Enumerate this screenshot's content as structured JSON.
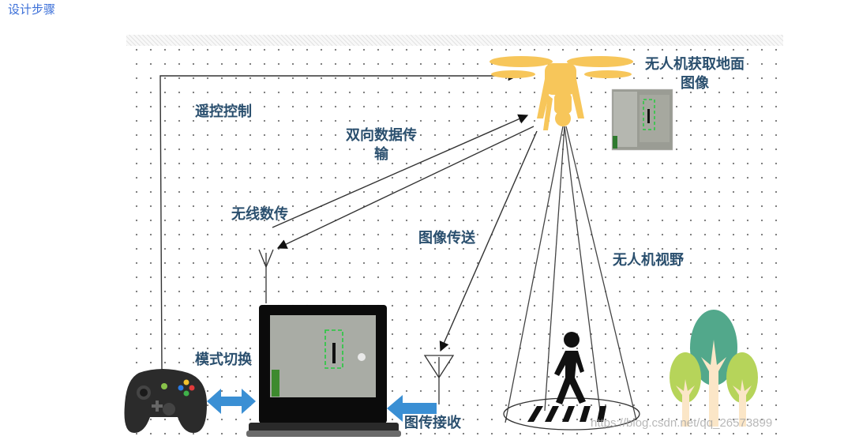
{
  "header": {
    "section_title": "设计步骤"
  },
  "diagram": {
    "labels": {
      "remote_control": "遥控控制",
      "bidirectional_1": "双向数据传",
      "bidirectional_2": "输",
      "wireless": "无线数传",
      "image_tx": "图像传送",
      "drone_capture_1": "无人机获取地面",
      "drone_capture_2": "图像",
      "drone_view": "无人机视野",
      "mode_switch": "模式切换",
      "image_rx": "图传接收"
    },
    "nodes": [
      "drone",
      "ground-image-thumbnail",
      "laptop",
      "gamepad",
      "pedestrian",
      "trees",
      "antenna-left",
      "antenna-right"
    ],
    "colors": {
      "drone": "#f7c65a",
      "arrow_blue": "#3a8fd4",
      "tree_dark": "#52a88b",
      "tree_light": "#b6d45a",
      "trunk": "#fbe6c7",
      "label": "#2a4f6e"
    }
  },
  "watermark": "https://blog.csdn.net/qq_26573899"
}
